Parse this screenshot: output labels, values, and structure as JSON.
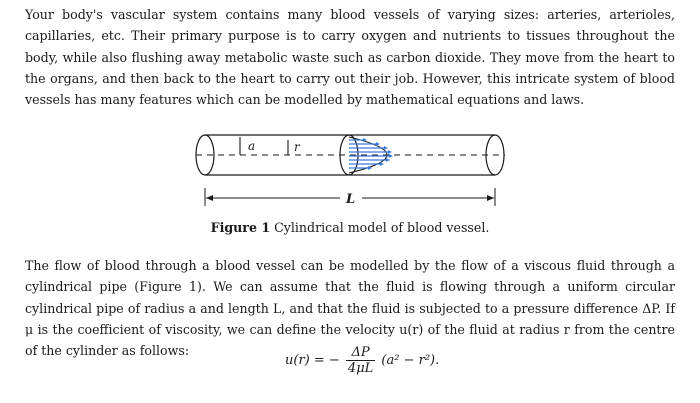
{
  "intro": {
    "lines": [
      "Your body's vascular system contains many blood vessels of varying sizes: arteries, arterioles, capillaries, etc.",
      "Their primary purpose is to carry oxygen and nutrients to tissues throughout the body, while also flushing away",
      "metabolic waste such as carbon dioxide. They move from the heart to the organs, and then back to the heart",
      "to carry out their job. However, this intricate system of blood vessels has many features which can be modelled",
      "by mathematical equations and laws."
    ]
  },
  "figure": {
    "label_a": "a",
    "label_r": "r",
    "label_L": "L",
    "caption_label": "Figure 1",
    "caption_text": "Cylindrical model of blood vessel."
  },
  "body": {
    "lines": [
      "The flow of blood through a blood vessel can be modelled by the flow of a viscous fluid through a cylindrical",
      "pipe (Figure 1). We can assume that the fluid is flowing through a uniform circular cylindrical pipe of radius",
      "a and length L, and that the fluid is subjected to a pressure difference ΔP. If μ is the coefficient of viscosity,",
      "we can define the velocity u(r) of the fluid at radius r from the centre of the cylinder as follows:"
    ]
  },
  "equation": {
    "lhs": "u(r) = −",
    "numerator": "ΔP",
    "denominator": "4μL",
    "rhs": "(a² − r²)."
  }
}
